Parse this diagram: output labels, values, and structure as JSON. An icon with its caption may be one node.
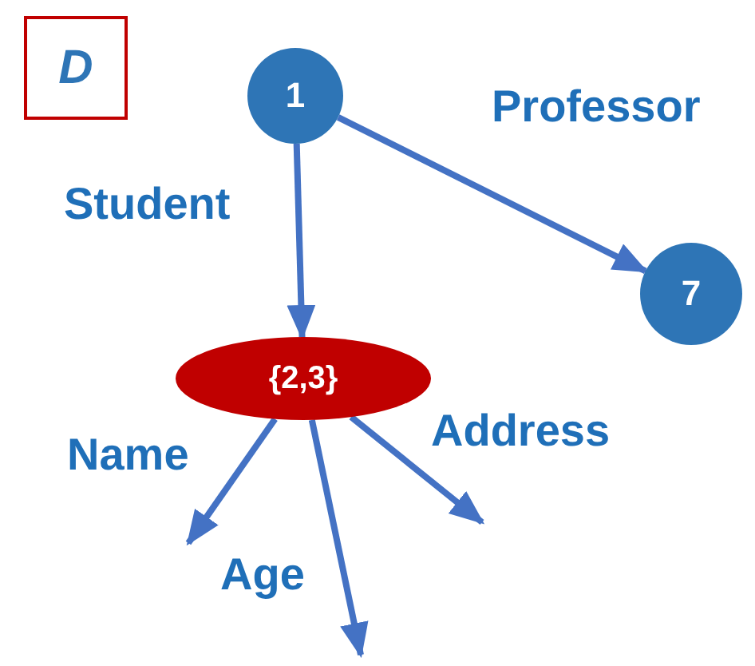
{
  "diagram": {
    "nodes": [
      {
        "text": [
          "D"
        ]
      },
      {
        "text": [
          "1"
        ]
      },
      {
        "text": [
          "7"
        ]
      },
      {
        "text": [
          "{2,3}"
        ]
      }
    ],
    "edges": [
      {
        "from": 1,
        "to": 3,
        "arrow": "to",
        "label": "Student"
      },
      {
        "from": 1,
        "to": 2,
        "arrow": "to",
        "label": "Professor"
      },
      {
        "from": 3,
        "to": null,
        "arrow": "to",
        "label": "Name"
      },
      {
        "from": 3,
        "to": null,
        "arrow": "to",
        "label": "Age"
      },
      {
        "from": 3,
        "to": null,
        "arrow": "to",
        "label": "Address"
      }
    ]
  }
}
